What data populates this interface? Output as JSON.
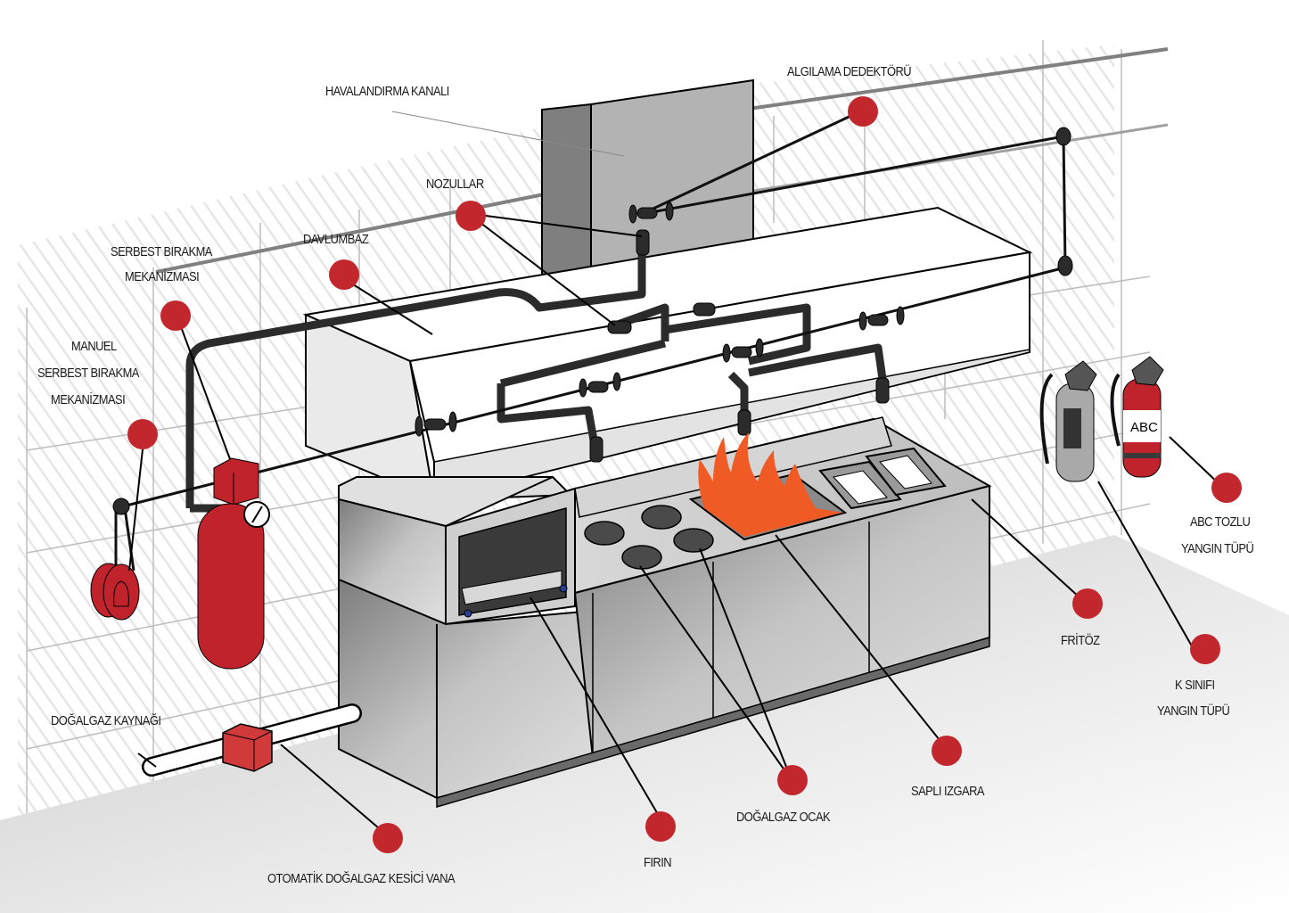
{
  "diagram": {
    "title": "Kitchen hood fire suppression system",
    "colors": {
      "marker_red": "#c1272d",
      "cylinder_red": "#c0232c",
      "flame_orange": "#f05a24",
      "pipe_dark": "#2b2b2b",
      "steel_light": "#d9d9d9",
      "steel_dark": "#8a8a8a",
      "duct_gray": "#b3b3b3",
      "floor_gray": "#d0d0d0"
    },
    "labels": {
      "havalandirma_kanali": "HAVALANDIRMA KANALI",
      "algilama_dedektoru": "ALGILAMA DEDEKTÖRÜ",
      "nozullar": "NOZULLAR",
      "davlumbaz": "DAVLUMBAZ",
      "serbest_birakma_1": "SERBEST BIRAKMA",
      "serbest_birakma_2": "MEKANİZMASI",
      "manuel_1": "MANUEL",
      "manuel_2": "SERBEST BIRAKMA",
      "manuel_3": "MEKANİZMASI",
      "abc_tozlu_1": "ABC TOZLU",
      "abc_tozlu_2": "YANGIN TÜPÜ",
      "fritoz": "FRİTÖZ",
      "k_sinifi_1": "K SINIFI",
      "k_sinifi_2": "YANGIN TÜPÜ",
      "dogalgaz_kaynagi": "DOĞALGAZ KAYNAĞI",
      "otomatik_vana": "OTOMATİK DOĞALGAZ KESİCİ VANA",
      "firin": "FIRIN",
      "dogalgaz_ocak": "DOĞALGAZ OCAK",
      "sapli_izgara": "SAPLI IZGARA",
      "extinguisher_badge": "ABC"
    }
  }
}
